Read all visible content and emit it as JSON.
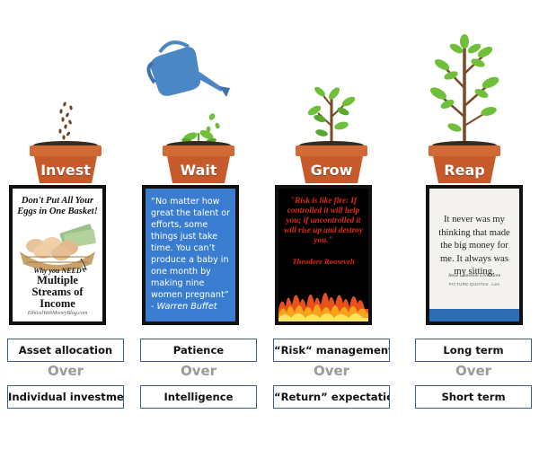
{
  "stages": [
    {
      "label": "Invest",
      "poster": {
        "title": "Don't Put All Your Eggs in One Basket!",
        "subtitle": "Why you NEED",
        "headline": "Multiple Streams of Income",
        "footer": "EthicalWebMoneyBlog.com"
      },
      "top_box": "Asset allocation",
      "over": "Over",
      "bottom_box": "Individual investment"
    },
    {
      "label": "Wait",
      "poster": {
        "quote": "“No matter how great the talent or efforts, some things just take time. You can’t produce a baby in one month by making nine women pregnant”",
        "author": "- Warren Buffet"
      },
      "top_box": "Patience",
      "over": "Over",
      "bottom_box": "Intelligence"
    },
    {
      "label": "Grow",
      "poster": {
        "quote": "\"Risk is like fire: If controlled it will help you; if uncontrolled it will rise up and destroy you.\"",
        "author": "Theodore Roosevelt"
      },
      "top_box": "“Risk“ management",
      "over": "Over",
      "bottom_box": "“Return” expectation"
    },
    {
      "label": "Reap",
      "poster": {
        "quote": "It never was my thinking that made the big money for me. It always was my sitting.",
        "author": "Jesse Lauriston Livermore",
        "source": "PICTURE QUOTES .com"
      },
      "top_box": "Long term",
      "over": "Over",
      "bottom_box": "Short term"
    }
  ],
  "colors": {
    "pot": "#c65a2a",
    "pot_rim": "#d26a35",
    "soil": "#3b2a1a",
    "leaf": "#6fbf3a",
    "stem": "#7a4a24",
    "watering_can": "#4b86c5",
    "box_border": "#3d5f8a",
    "over_text": "#9a9a9a",
    "poster_blue": "#3a7dd0",
    "fire_text": "#e22a14"
  },
  "icons": [
    "seeds-icon",
    "watering-can-icon",
    "sprout-icon",
    "sapling-icon",
    "tree-icon",
    "pot-icon",
    "egg-basket-icon",
    "money-icon",
    "flames-icon"
  ]
}
